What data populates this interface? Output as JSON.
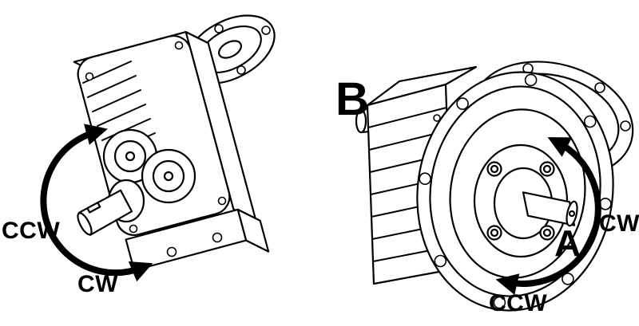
{
  "colors": {
    "background": "#ffffff",
    "line": "#000000"
  },
  "left_unit": {
    "ccw_label": "CCW",
    "cw_label": "CW"
  },
  "right_unit": {
    "side_label_b": "B",
    "side_label_a": "A",
    "cw_label": "CW",
    "ccw_label": "CCW"
  }
}
